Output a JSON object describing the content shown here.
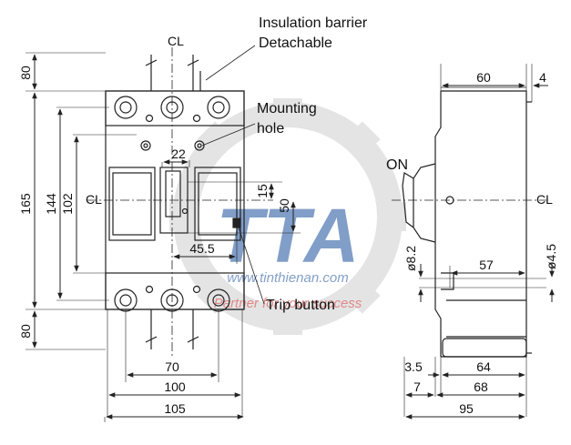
{
  "labels": {
    "insulation_line1": "Insulation barrier",
    "insulation_line2": "Detachable",
    "mounting_line1": "Mounting",
    "mounting_line2": "hole",
    "trip_button": "Trip button",
    "on": "ON",
    "cl": "CL"
  },
  "dimensions": {
    "d80_top": "80",
    "d80_bottom": "80",
    "d165": "165",
    "d144": "144",
    "d102": "102",
    "d22": "22",
    "d15": "15",
    "d50": "50",
    "d45_5": "45.5",
    "d70": "70",
    "d100": "100",
    "d105": "105",
    "d60": "60",
    "d4": "4",
    "d8_2": "ø8.2",
    "d57": "57",
    "d4_5": "ø4.5",
    "d3_5": "3.5",
    "d64": "64",
    "d7": "7",
    "d68": "68",
    "d95": "95"
  },
  "watermark": {
    "logo": "TTA",
    "url": "www.tinthienan.com",
    "slogan": "Partner for your success"
  },
  "colors": {
    "line": "#222222",
    "watermark_gear": "#d0d0d0",
    "watermark_text": "#1b4f9c",
    "watermark_slogan": "#c62828"
  }
}
